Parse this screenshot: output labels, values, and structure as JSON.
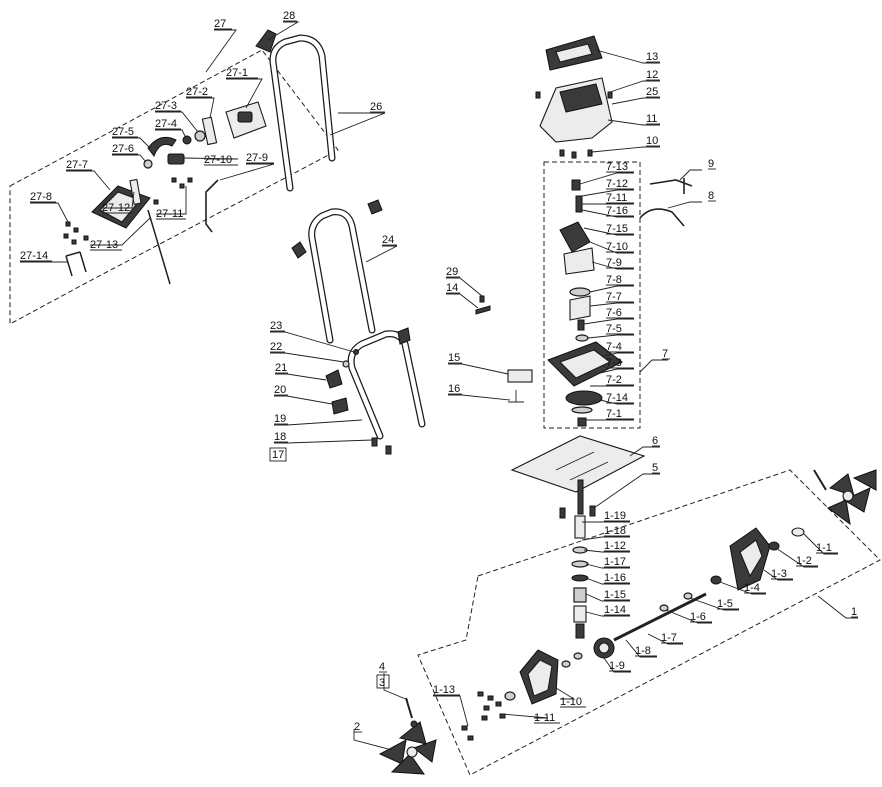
{
  "labels": [
    "27",
    "28",
    "27-1",
    "27-2",
    "26",
    "27-3",
    "27-4",
    "27-5",
    "27-6",
    "27-10",
    "27-7",
    "27-9",
    "27-8",
    "27-11",
    "27-12",
    "27-13",
    "27-14",
    "24",
    "29",
    "14",
    "23",
    "22",
    "21",
    "20",
    "19",
    "18",
    "17",
    "15",
    "16",
    "13",
    "12",
    "25",
    "11",
    "10",
    "7-13",
    "7-12",
    "9",
    "7-11",
    "7-16",
    "8",
    "7-15",
    "7-10",
    "7-9",
    "7-8",
    "7-7",
    "7-6",
    "7-5",
    "7-4",
    "7",
    "7-3",
    "7-2",
    "7-14",
    "7-1",
    "6",
    "5",
    "1-19",
    "1-18",
    "1-12",
    "1-17",
    "1-16",
    "1-15",
    "1-14",
    "1-1",
    "1-2",
    "1-3",
    "1-4",
    "1-5",
    "1-6",
    "1-7",
    "1-8",
    "1-9",
    "1",
    "4",
    "3",
    "1-13",
    "1-10",
    "1-11",
    "2"
  ]
}
